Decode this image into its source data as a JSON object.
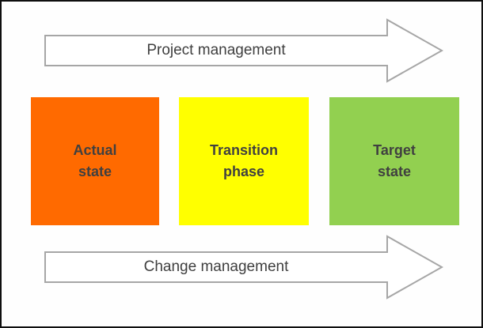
{
  "diagram": {
    "background_color": "#FEFEFE",
    "frame_border_color": "#0F0F0F",
    "arrow_outline_color": "#A6A6A6",
    "arrow_fill_color": "#FFFFFF",
    "arrow_text_color": "#3F3F3F",
    "top_arrow": {
      "label": "Project management",
      "direction": "right"
    },
    "bottom_arrow": {
      "label": "Change management",
      "direction": "right"
    },
    "boxes": [
      {
        "id": "actual-state",
        "lines": [
          "Actual",
          "state"
        ],
        "color": "#FF6A00",
        "text_color": "#404040"
      },
      {
        "id": "transition-phase",
        "lines": [
          "Transition",
          "phase"
        ],
        "color": "#FFFF00",
        "text_color": "#404040"
      },
      {
        "id": "target-state",
        "lines": [
          "Target",
          "state"
        ],
        "color": "#92D050",
        "text_color": "#404040"
      }
    ]
  }
}
